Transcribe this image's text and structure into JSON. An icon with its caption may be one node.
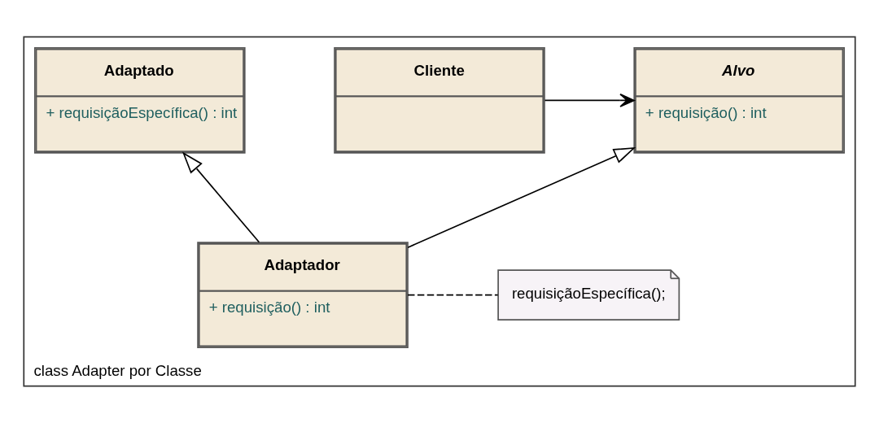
{
  "diagram": {
    "nodes": [
      {
        "text": [
          "class Adapter por Classe"
        ]
      },
      {
        "text": [
          "Cliente"
        ],
        "in": 0
      },
      {
        "text": [
          "Alvo",
          "+ requisição() : int"
        ],
        "in": 0
      },
      {
        "text": [
          "Adaptado",
          "+ requisiçãoEspecífica() : int"
        ],
        "in": 0
      },
      {
        "text": [
          "Adaptador",
          "+ requisição() : int"
        ],
        "in": 0
      },
      {
        "text": [
          "requisiçãoEspecífica();"
        ],
        "in": 0
      }
    ],
    "edges": [
      {
        "from": 1,
        "to": 2,
        "arrow": "to"
      },
      {
        "from": 4,
        "to": 2,
        "arrow": "to"
      },
      {
        "from": 4,
        "to": 3,
        "arrow": "to"
      },
      {
        "from": 4,
        "to": 5,
        "arrow": "none",
        "style": "dashed"
      }
    ]
  }
}
